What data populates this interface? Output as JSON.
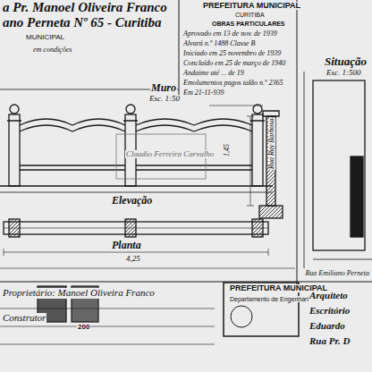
{
  "diagram": {
    "labels": [
      "a Pr. Manoel Oliveira Franco",
      "ano Perneta Nº 65 - Curitiba",
      "MUNICIPAL",
      "em condições",
      "PREFEITURA MUNICIPAL",
      "CURITIBA",
      "OBRAS PARTICULARES",
      "Aprovado em 13 de nov. de 1939",
      "Alvará n.º 1488 Classe B",
      "Iniciado em 25 novembro de 1939",
      "Concluído em 25 de março de 1940",
      "Andaime até ... de 19",
      "Emolumentos pagos talão n.º 2365",
      "Em 21-11-939",
      "Muro",
      "Esc. 1:50",
      "Situação",
      "Esc. 1:500",
      "Elevação",
      "Planta",
      "4,25",
      "Claudio Ferreira Carvalho",
      "Proprietário: Manoel Oliveira Franco",
      "200",
      "PREFEITURA MUNICIPAL",
      "Departamento de Engenharia",
      "Arquiteto",
      "Escritório",
      "Eduardo",
      "Rua Pr. D",
      "Rua Emiliano Perneta",
      "Rua Ruy Barbosa",
      "Construtor",
      "1,45"
    ]
  }
}
